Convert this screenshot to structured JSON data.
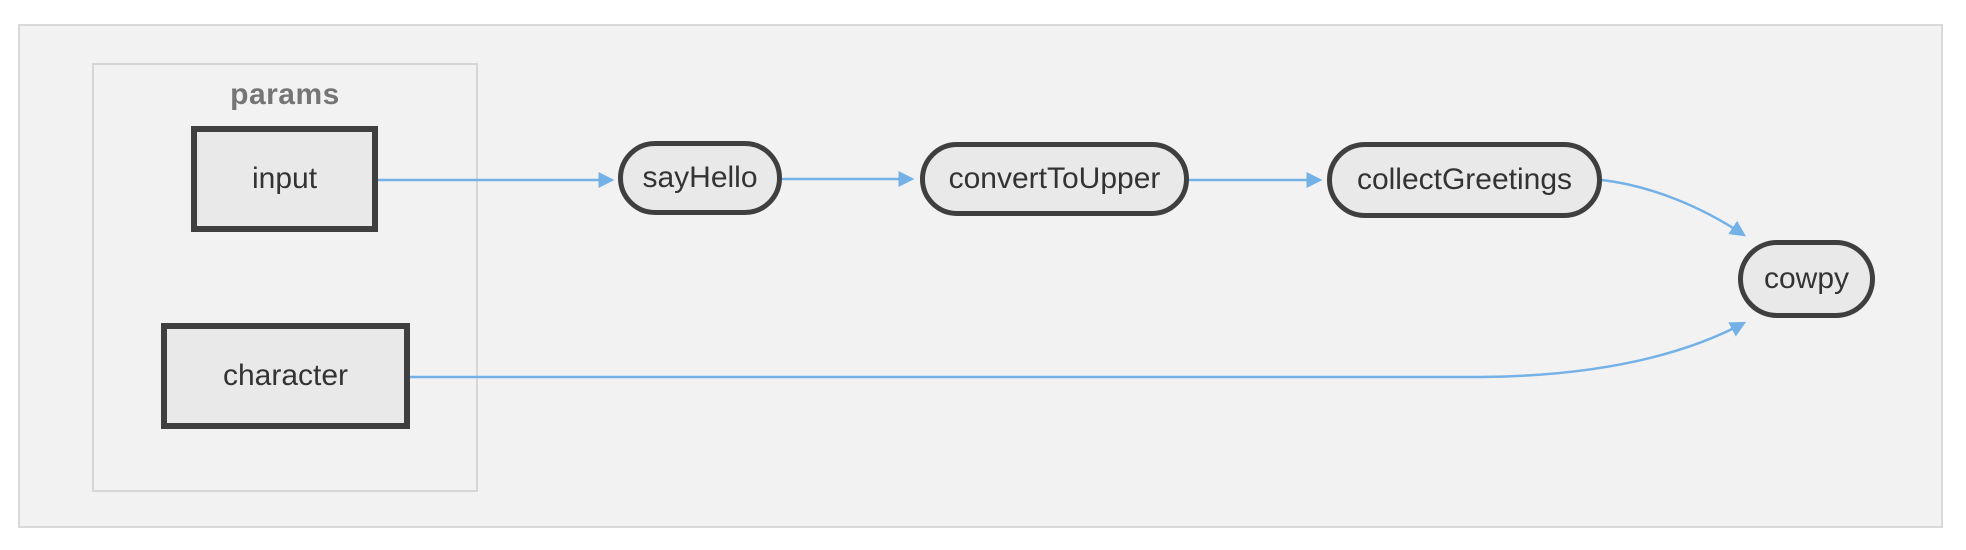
{
  "diagram": {
    "kind": "workflow-dag",
    "group": {
      "label": "params"
    },
    "nodes": [
      {
        "id": "input",
        "label": "input",
        "shape": "rect",
        "group": "params"
      },
      {
        "id": "character",
        "label": "character",
        "shape": "rect",
        "group": "params"
      },
      {
        "id": "sayHello",
        "label": "sayHello",
        "shape": "stadium",
        "group": null
      },
      {
        "id": "convertToUpper",
        "label": "convertToUpper",
        "shape": "stadium",
        "group": null
      },
      {
        "id": "collectGreetings",
        "label": "collectGreetings",
        "shape": "stadium",
        "group": null
      },
      {
        "id": "cowpy",
        "label": "cowpy",
        "shape": "stadium",
        "group": null
      }
    ],
    "edges": [
      {
        "from": "input",
        "to": "sayHello"
      },
      {
        "from": "sayHello",
        "to": "convertToUpper"
      },
      {
        "from": "convertToUpper",
        "to": "collectGreetings"
      },
      {
        "from": "collectGreetings",
        "to": "cowpy"
      },
      {
        "from": "character",
        "to": "cowpy"
      }
    ],
    "colors": {
      "edge": "#74b1e7",
      "node_border": "#3f3f3f",
      "node_fill": "#e9e9e9",
      "group_border": "#d6d6d6",
      "group_label": "#757575",
      "canvas_bg": "#f2f2f2",
      "canvas_border": "#d9d9d9",
      "node_text": "#333333"
    }
  }
}
